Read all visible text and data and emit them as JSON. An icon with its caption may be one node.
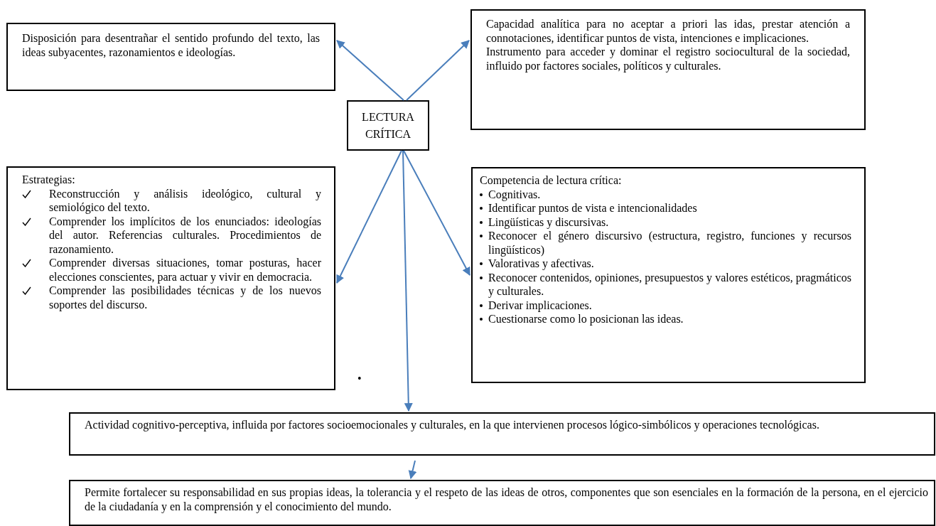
{
  "diagram": {
    "nodes": [
      {
        "text": [
          "LECTURA CRÍTICA"
        ]
      },
      {
        "text": [
          "Disposición para desentrañar el sentido profundo del texto, las ideas subyacentes, razonamientos e ideologías."
        ]
      },
      {
        "text": [
          "Capacidad analítica para no aceptar a priori las idas, prestar atención a connotaciones, identificar puntos de vista, intenciones e implicaciones.",
          "Instrumento para acceder y dominar el registro sociocultural de la sociedad, influido por factores sociales, políticos y culturales."
        ]
      },
      {
        "text": [
          "Estrategias:",
          "Reconstrucción y análisis ideológico, cultural y semiológico del texto.",
          "Comprender los implícitos de los enunciados: ideologías del autor. Referencias culturales. Procedimientos de razonamiento.",
          "Comprender diversas situaciones, tomar posturas, hacer elecciones conscientes, para actuar y vivir en democracia.",
          "Comprender las posibilidades técnicas y de los nuevos soportes del discurso."
        ]
      },
      {
        "text": [
          "Competencia de lectura crítica:",
          "Cognitivas.",
          "Identificar puntos de vista e intencionalidades",
          "Lingüísticas y discursivas.",
          "Reconocer el género discursivo (estructura, registro, funciones y recursos lingüísticos)",
          "Valorativas y afectivas.",
          "Reconocer contenidos, opiniones, presupuestos y valores estéticos, pragmáticos y culturales.",
          "Derivar implicaciones.",
          "Cuestionarse como lo posicionan las ideas."
        ]
      },
      {
        "text": [
          "Actividad cognitivo-perceptiva, influida por factores socioemocionales y culturales, en la que intervienen procesos lógico-simbólicos y operaciones tecnológicas."
        ]
      },
      {
        "text": [
          "Permite fortalecer su responsabilidad en sus propias ideas, la tolerancia y el respeto de las ideas de otros, componentes que son esenciales en la formación de la persona, en el ejercicio de la ciudadanía y en la comprensión y el conocimiento del mundo."
        ]
      }
    ],
    "edges": [
      {
        "from": 0,
        "to": 1,
        "arrow": "to"
      },
      {
        "from": 0,
        "to": 2,
        "arrow": "to"
      },
      {
        "from": 0,
        "to": 3,
        "arrow": "to"
      },
      {
        "from": 0,
        "to": 4,
        "arrow": "to"
      },
      {
        "from": 0,
        "to": 5,
        "arrow": "to"
      },
      {
        "from": 5,
        "to": 6,
        "arrow": "to"
      }
    ],
    "labels": [
      "•"
    ]
  }
}
